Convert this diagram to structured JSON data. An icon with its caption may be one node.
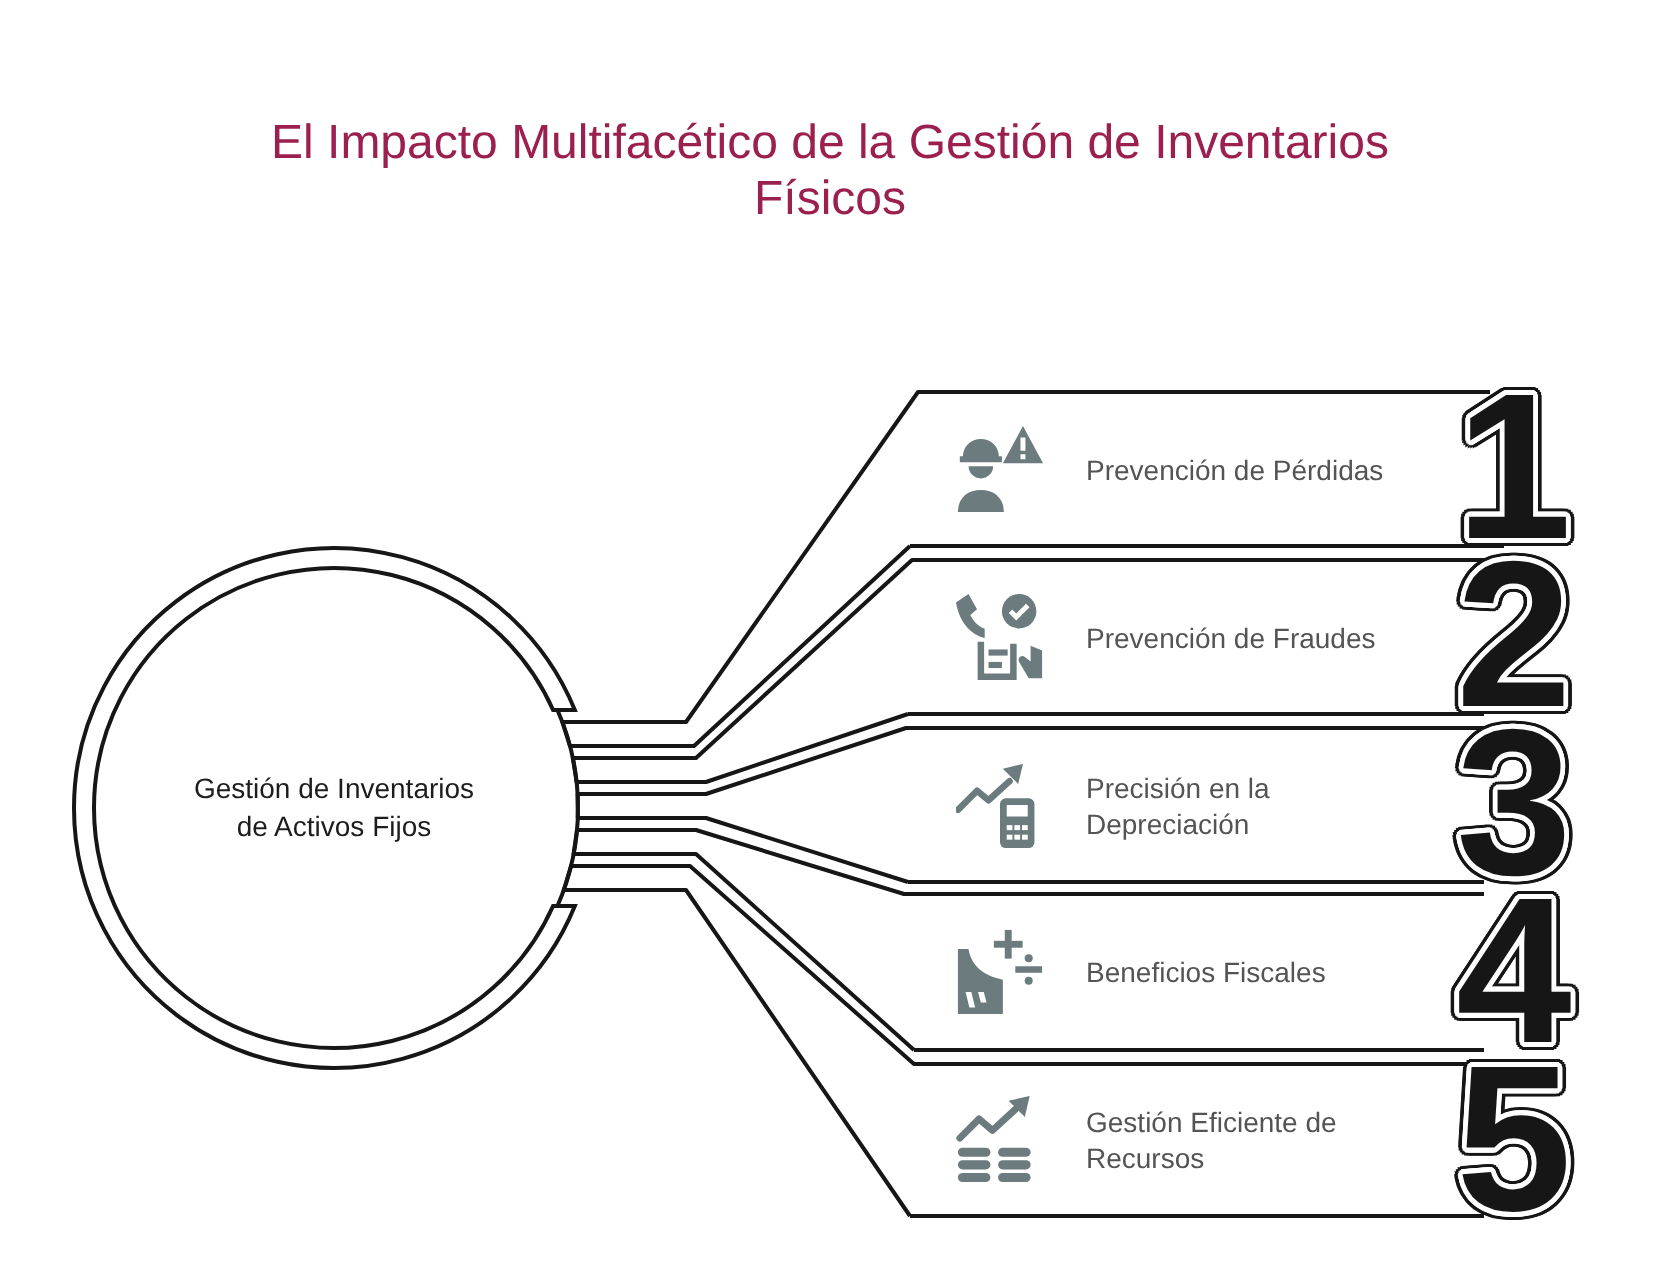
{
  "diagram": {
    "title": "El Impacto Multifacético de la Gestión de Inventarios Físicos",
    "nodes": [
      {
        "text": [
          "Gestión de Inventarios de Activos Fijos"
        ]
      },
      {
        "text": [
          "Prevención de Pérdidas",
          "1"
        ]
      },
      {
        "text": [
          "Prevención de Fraudes",
          "2"
        ]
      },
      {
        "text": [
          "Precisión en la Depreciación",
          "3"
        ]
      },
      {
        "text": [
          "Beneficios Fiscales",
          "4"
        ]
      },
      {
        "text": [
          "Gestión Eficiente de Recursos",
          "5"
        ]
      }
    ],
    "edges": [
      {
        "from": 0,
        "to": 1,
        "arrow": "none"
      },
      {
        "from": 0,
        "to": 2,
        "arrow": "none"
      },
      {
        "from": 0,
        "to": 3,
        "arrow": "none"
      },
      {
        "from": 0,
        "to": 4,
        "arrow": "none"
      },
      {
        "from": 0,
        "to": 5,
        "arrow": "none"
      }
    ]
  }
}
